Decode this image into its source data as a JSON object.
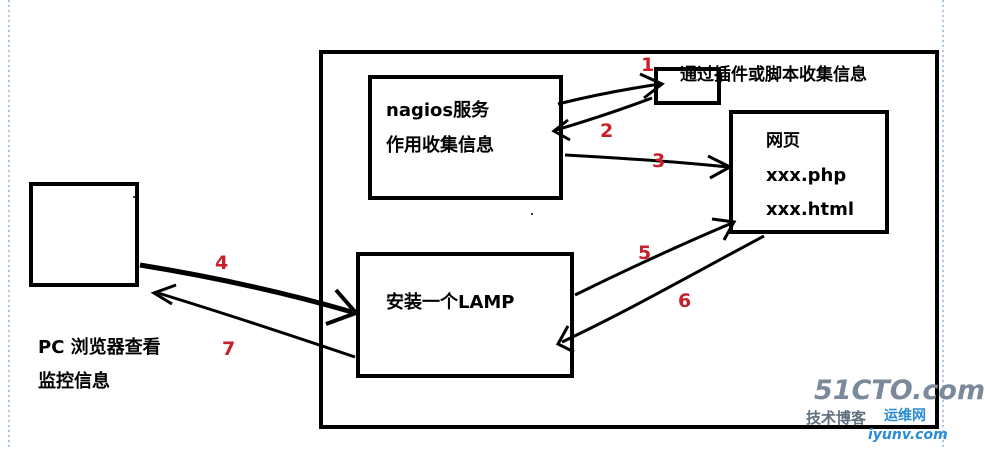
{
  "nodes": {
    "pc_box": {
      "label": ""
    },
    "nagios": {
      "line1": "nagios服务",
      "line2": "作用收集信息"
    },
    "plugin": {
      "label": "通过插件或脚本收集信息"
    },
    "webpage": {
      "line1": "网页",
      "line2": "xxx.php",
      "line3": "xxx.html"
    },
    "lamp": {
      "label": "安装一个LAMP"
    },
    "pc_caption": {
      "line1": "PC 浏览器查看",
      "line2": "监控信息"
    }
  },
  "steps": [
    "1",
    "2",
    "3",
    "4",
    "5",
    "6",
    "7"
  ],
  "watermark": {
    "brand": "51CTO.com",
    "sub1": "技术博客",
    "sub2": "运维网",
    "url": "iyunv.com"
  },
  "colors": {
    "line": "#000000",
    "step": "#c8202a",
    "watermark": "#7a8a9a",
    "watermark_accent": "#2a8bd6"
  }
}
